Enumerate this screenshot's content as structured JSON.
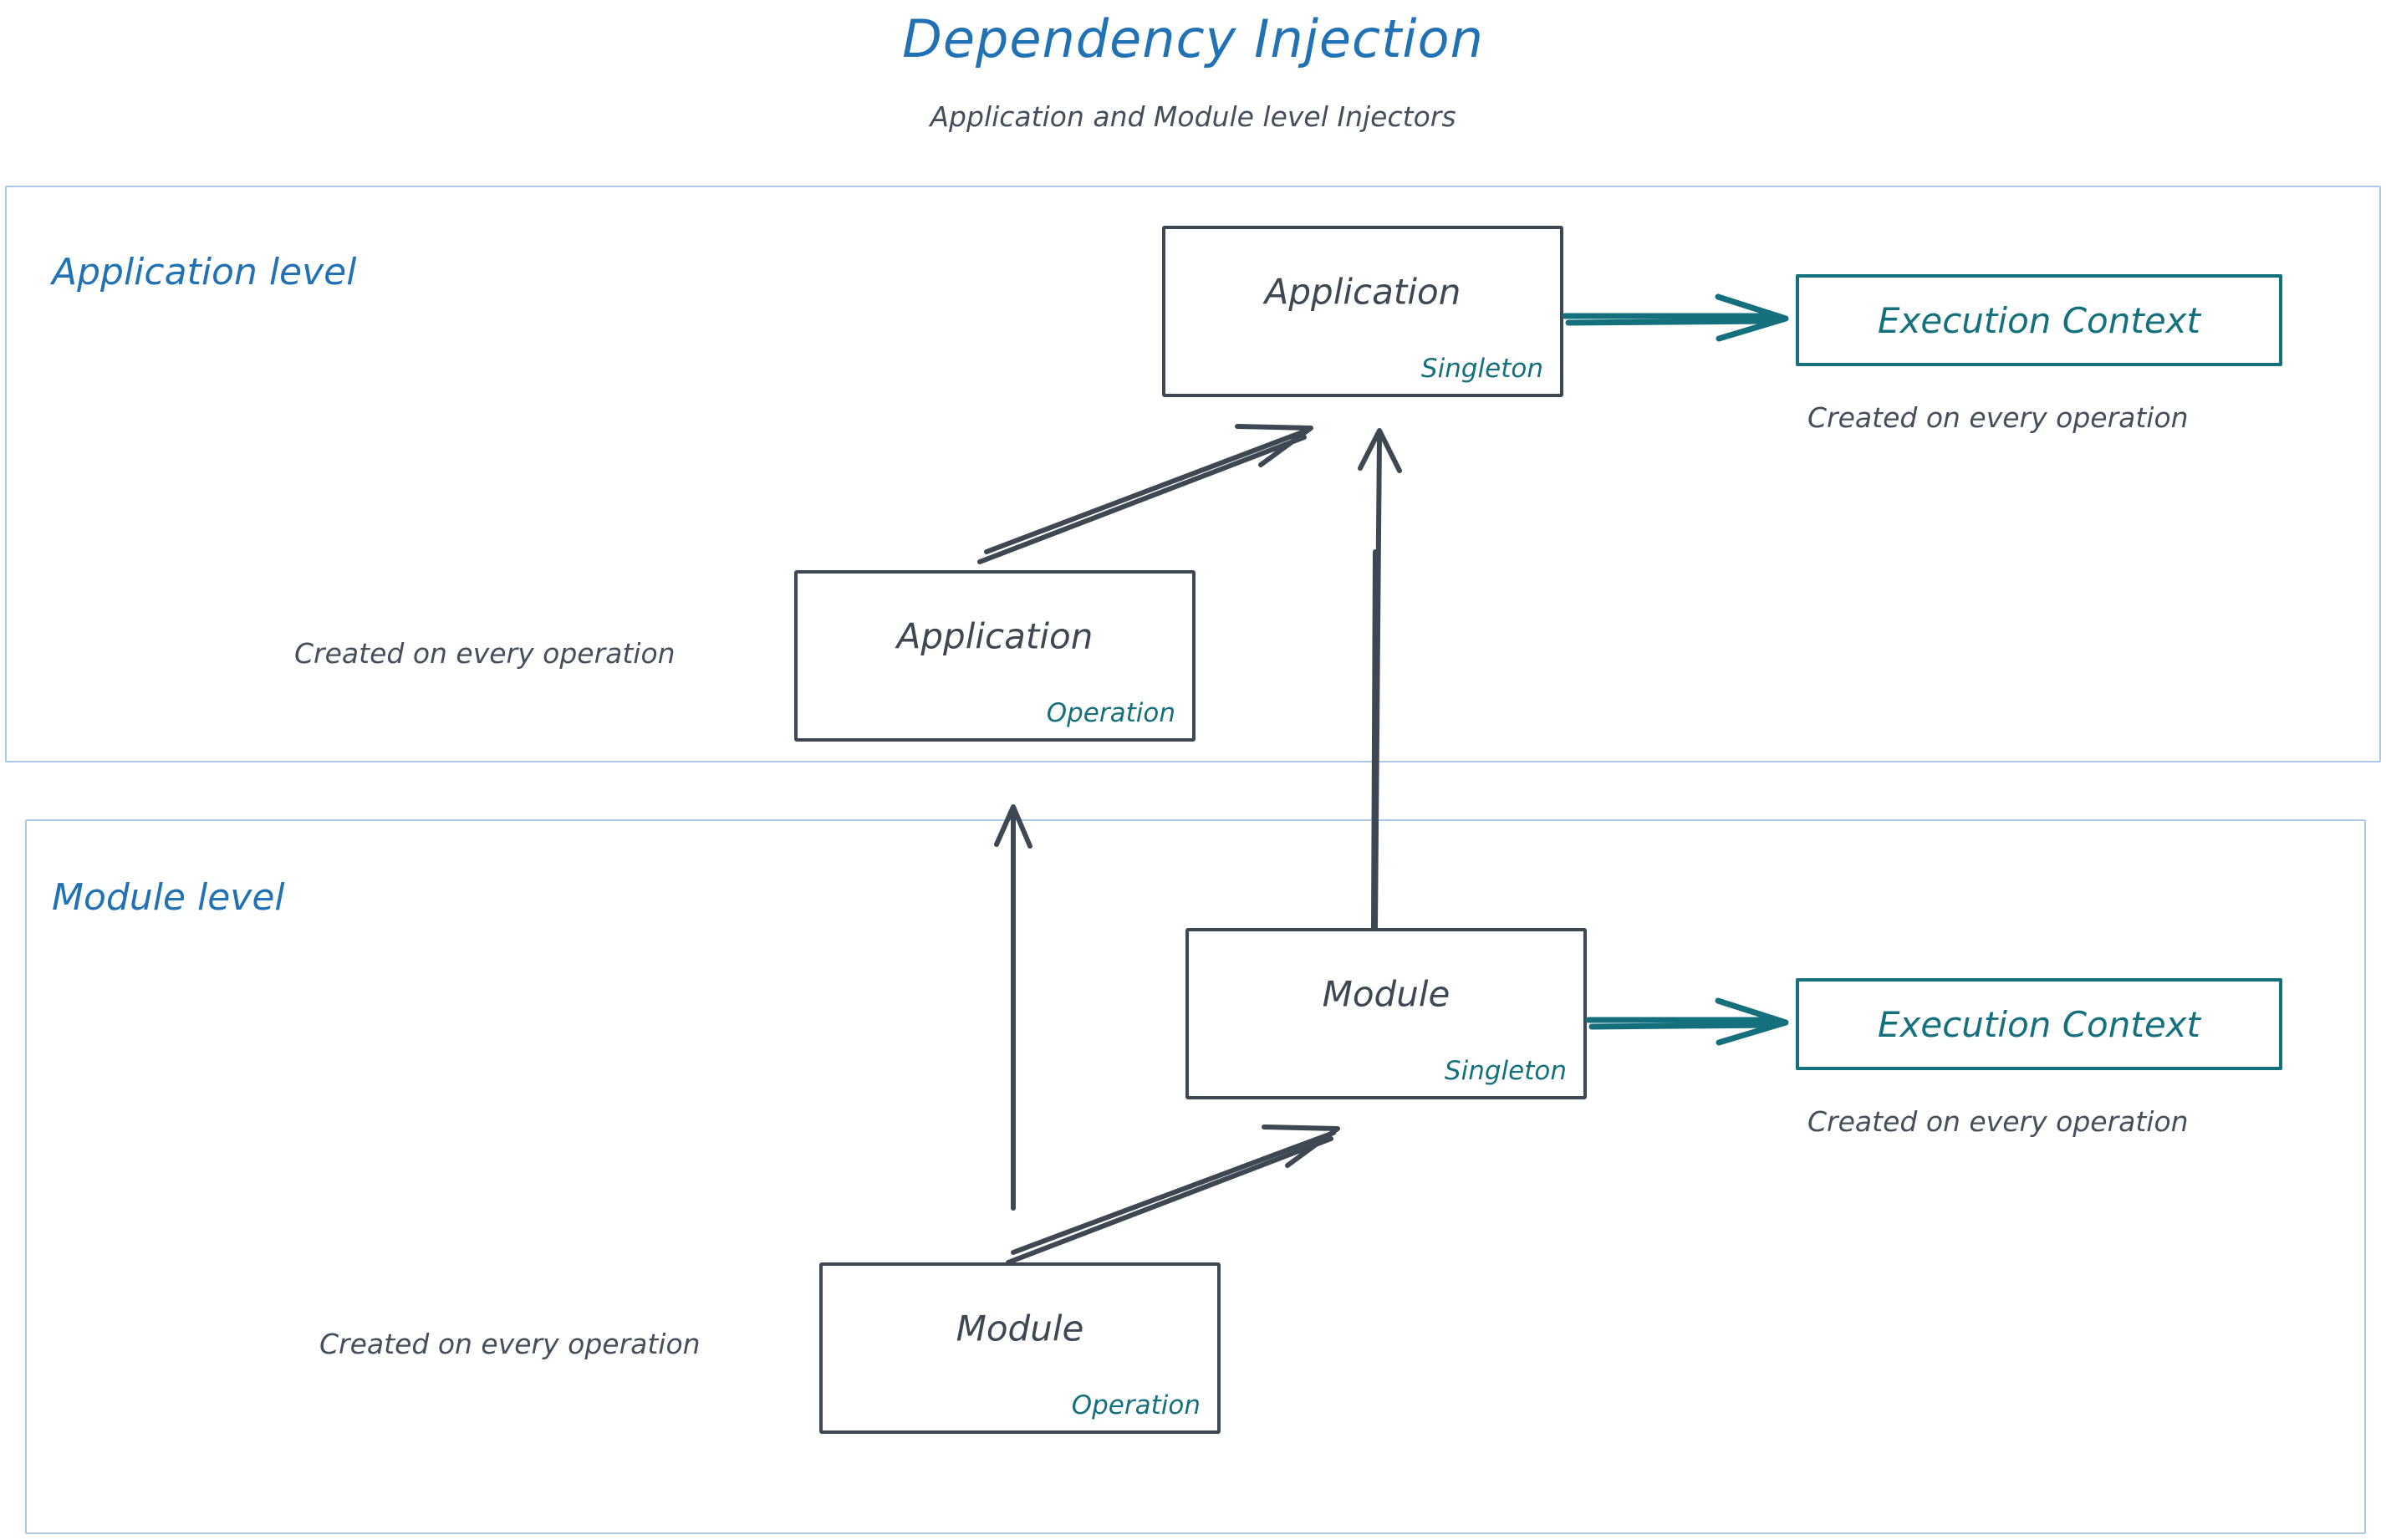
{
  "header": {
    "title": "Dependency Injection",
    "subtitle": "Application and Module level Injectors"
  },
  "colors": {
    "title_blue": "#2171B5",
    "level_border_blue": "#AEC9E8",
    "node_stroke": "#3D4852",
    "accent_teal": "#15707E",
    "caption_gray": "#454F5B",
    "background": "#FFFFFF"
  },
  "levels": [
    {
      "id": "application-level",
      "label": "Application level",
      "nodes": [
        {
          "id": "app-singleton",
          "title": "Application",
          "scope": "Singleton"
        },
        {
          "id": "app-operation",
          "title": "Application",
          "scope": "Operation"
        }
      ],
      "execution_context": {
        "label": "Execution Context",
        "caption": "Created on every operation"
      },
      "operation_caption": "Created on every operation"
    },
    {
      "id": "module-level",
      "label": "Module level",
      "nodes": [
        {
          "id": "mod-singleton",
          "title": "Module",
          "scope": "Singleton"
        },
        {
          "id": "mod-operation",
          "title": "Module",
          "scope": "Operation"
        }
      ],
      "execution_context": {
        "label": "Execution Context",
        "caption": "Created on every operation"
      },
      "operation_caption": "Created on every operation"
    }
  ],
  "connections": [
    {
      "from": "app-operation",
      "to": "app-singleton",
      "style": "diagonal",
      "color": "#3D4852"
    },
    {
      "from": "app-singleton",
      "to": "execution-context-application",
      "style": "horizontal",
      "color": "#15707E"
    },
    {
      "from": "mod-singleton",
      "to": "app-singleton",
      "style": "vertical-long",
      "color": "#3D4852"
    },
    {
      "from": "mod-operation",
      "to": "app-operation-level",
      "style": "vertical-long",
      "color": "#3D4852"
    },
    {
      "from": "mod-operation",
      "to": "mod-singleton",
      "style": "diagonal",
      "color": "#3D4852"
    },
    {
      "from": "mod-singleton",
      "to": "execution-context-module",
      "style": "horizontal",
      "color": "#15707E"
    }
  ]
}
